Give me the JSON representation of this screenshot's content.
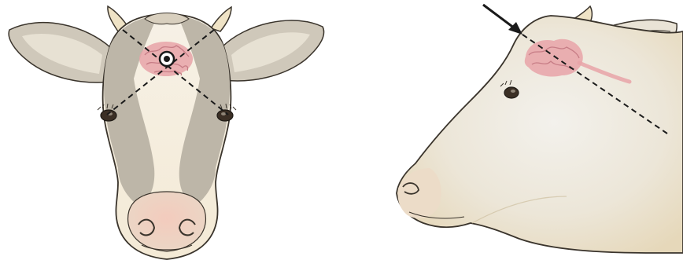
{
  "colors": {
    "background": "#ffffff",
    "hide_tan": "#c9bfa9",
    "hide_grey": "#b9b3a6",
    "hide_light": "#eee9dc",
    "face_white": "#f7f1e3",
    "muzzle_pink": "#f0c8b8",
    "brain_pink": "#e8a3a8",
    "outline": "#3a342c",
    "target_line": "#1a1a1a"
  },
  "panels": [
    {
      "id": "front-view",
      "icon": "cow-head-front"
    },
    {
      "id": "side-view",
      "icon": "cow-head-side"
    }
  ],
  "markers": {
    "front": {
      "icon": "target-point-icon",
      "lines": "crossed-dashed-eye-to-horn"
    },
    "side": {
      "icon": "arrow-icon",
      "lines": "dashed-line-toward-brain"
    }
  }
}
